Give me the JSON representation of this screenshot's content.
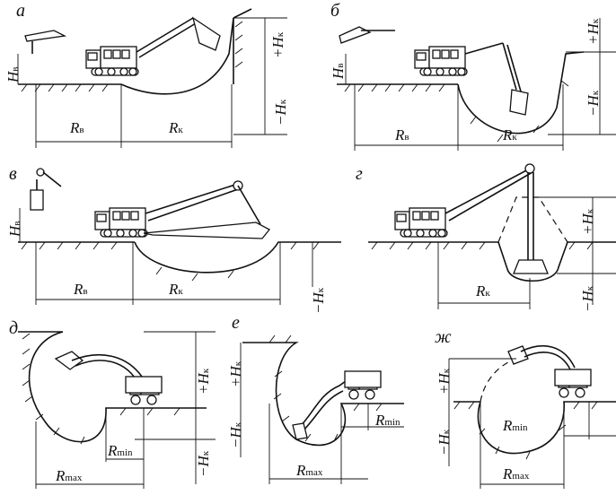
{
  "panels": [
    {
      "id": "a",
      "letter": "а"
    },
    {
      "id": "b",
      "letter": "б"
    },
    {
      "id": "v",
      "letter": "в"
    },
    {
      "id": "g",
      "letter": "г"
    },
    {
      "id": "d",
      "letter": "д"
    },
    {
      "id": "e",
      "letter": "е"
    },
    {
      "id": "zh",
      "letter": "ж"
    }
  ],
  "symbols": {
    "R": "R",
    "H": "H",
    "plus": "+",
    "minus": "−",
    "sub_k": "к",
    "sub_v": "в",
    "sub_max": "max",
    "sub_min": "min"
  }
}
